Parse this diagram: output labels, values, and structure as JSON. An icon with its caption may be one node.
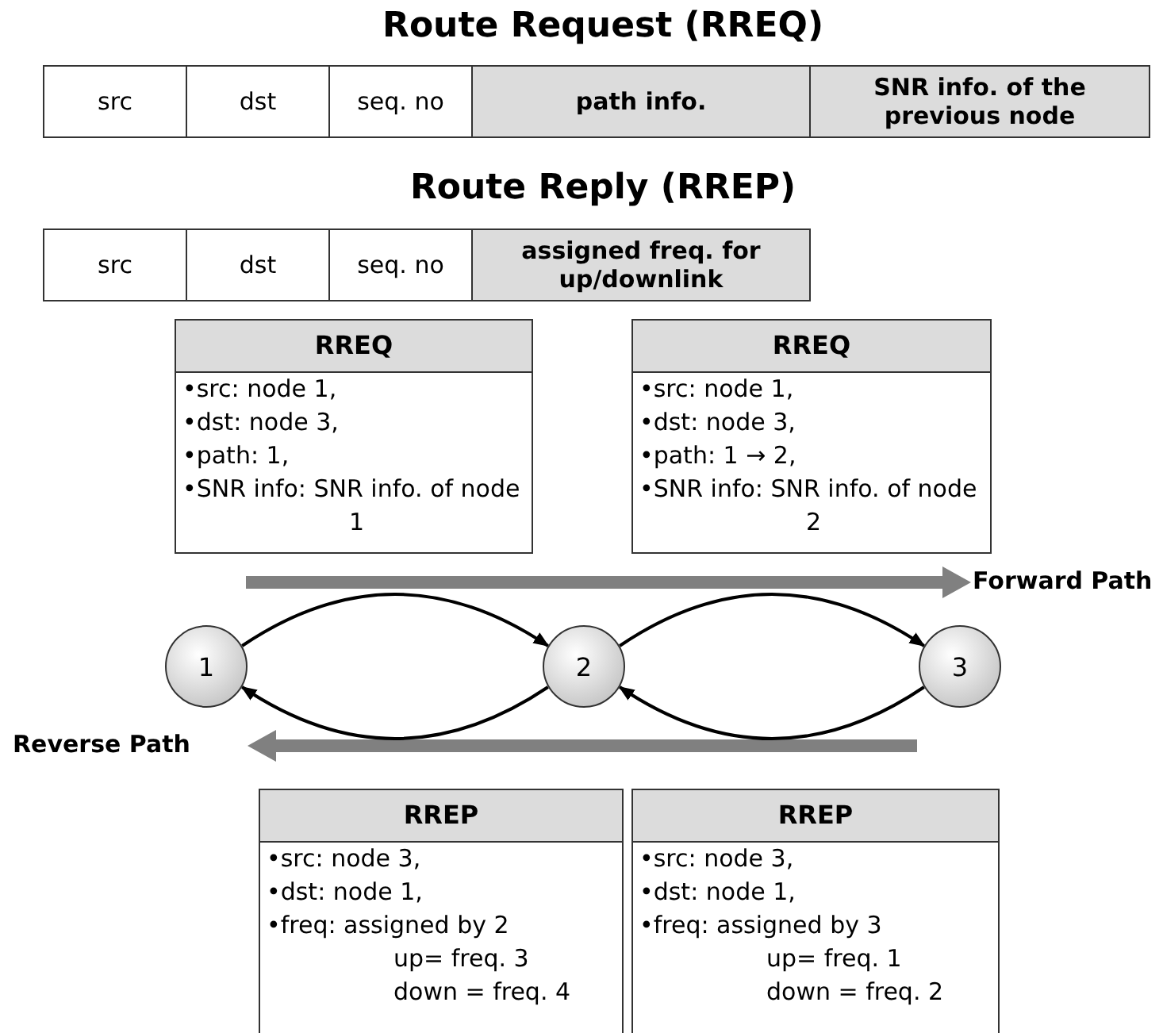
{
  "diagram": {
    "nodes": [
      {
        "text": [
          "RREQ",
          "•src: node 1,",
          "•dst: node 3,",
          "•path: 1,",
          "•SNR info: SNR info. of node 1"
        ]
      },
      {
        "text": [
          "RREQ",
          "•src: node 1,",
          "•dst: node 3,",
          "•path: 1 → 2,",
          "•SNR info: SNR info. of node 2"
        ]
      },
      {
        "text": [
          "1"
        ]
      },
      {
        "text": [
          "2"
        ]
      },
      {
        "text": [
          "3"
        ]
      },
      {
        "text": [
          "RREP",
          "•src: node 3,",
          "•dst: node 1,",
          "•freq: assigned by 2",
          "up= freq. 3",
          "down = freq. 4"
        ]
      },
      {
        "text": [
          "RREP",
          "•src: node 3,",
          "•dst: node 1,",
          "•freq: assigned by 3",
          "up= freq. 1",
          "down = freq. 2"
        ]
      }
    ],
    "edges": [
      {
        "from": 2,
        "to": 3,
        "arrow": "to"
      },
      {
        "from": 3,
        "to": 4,
        "arrow": "to"
      },
      {
        "from": 3,
        "to": 2,
        "arrow": "to"
      },
      {
        "from": 4,
        "to": 3,
        "arrow": "to"
      }
    ],
    "labels": [
      "Route Request (RREQ)",
      "src",
      "dst",
      "seq. no",
      "path info.",
      "SNR info. of the previous node",
      "Route Reply (RREP)",
      "src",
      "dst",
      "seq. no",
      "assigned freq. for up/downlink",
      "Forward Path",
      "Reverse Path"
    ]
  }
}
